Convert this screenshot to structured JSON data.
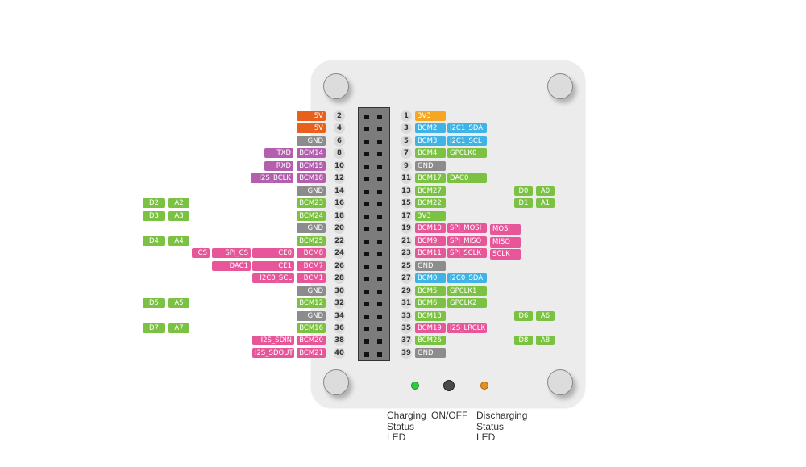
{
  "colors": {
    "power5v": "#e8601c",
    "power3v3": "#f5a623",
    "gnd": "#8c8c8c",
    "uart": "#b45fae",
    "gpio": "#7cc242",
    "i2c": "#3fb3e6",
    "spi": "#e8569a",
    "led_green": "#2ecc40",
    "led_orange": "#e8901c",
    "button": "#555555"
  },
  "left_pins": [
    {
      "pin": "2",
      "labels": [
        {
          "text": "5V",
          "type": "power5v"
        }
      ]
    },
    {
      "pin": "4",
      "labels": [
        {
          "text": "5V",
          "type": "power5v"
        }
      ]
    },
    {
      "pin": "6",
      "labels": [
        {
          "text": "GND",
          "type": "gnd"
        }
      ]
    },
    {
      "pin": "8",
      "labels": [
        {
          "text": "BCM14",
          "type": "uart"
        },
        {
          "text": "TXD",
          "type": "uart"
        }
      ]
    },
    {
      "pin": "10",
      "labels": [
        {
          "text": "BCM15",
          "type": "uart"
        },
        {
          "text": "RXD",
          "type": "uart"
        }
      ]
    },
    {
      "pin": "12",
      "labels": [
        {
          "text": "BCM18",
          "type": "uart"
        },
        {
          "text": "I2S_BCLK",
          "type": "uart"
        }
      ]
    },
    {
      "pin": "14",
      "labels": [
        {
          "text": "GND",
          "type": "gnd"
        }
      ]
    },
    {
      "pin": "16",
      "labels": [
        {
          "text": "BCM23",
          "type": "gpio"
        }
      ],
      "extra": [
        {
          "text": "D2",
          "type": "gpio"
        },
        {
          "text": "A2",
          "type": "gpio"
        }
      ]
    },
    {
      "pin": "18",
      "labels": [
        {
          "text": "BCM24",
          "type": "gpio"
        }
      ],
      "extra": [
        {
          "text": "D3",
          "type": "gpio"
        },
        {
          "text": "A3",
          "type": "gpio"
        }
      ]
    },
    {
      "pin": "20",
      "labels": [
        {
          "text": "GND",
          "type": "gnd"
        }
      ]
    },
    {
      "pin": "22",
      "labels": [
        {
          "text": "BCM25",
          "type": "gpio"
        }
      ],
      "extra": [
        {
          "text": "D4",
          "type": "gpio"
        },
        {
          "text": "A4",
          "type": "gpio"
        }
      ]
    },
    {
      "pin": "24",
      "labels": [
        {
          "text": "BCM8",
          "type": "spi"
        },
        {
          "text": "CE0",
          "type": "spi"
        },
        {
          "text": "SPI_CS",
          "type": "spi"
        },
        {
          "text": "CS",
          "type": "spi"
        }
      ]
    },
    {
      "pin": "26",
      "labels": [
        {
          "text": "BCM7",
          "type": "spi"
        },
        {
          "text": "CE1",
          "type": "spi"
        },
        {
          "text": "DAC1",
          "type": "spi"
        }
      ]
    },
    {
      "pin": "28",
      "labels": [
        {
          "text": "BCM1",
          "type": "spi"
        },
        {
          "text": "I2C0_SCL",
          "type": "spi"
        }
      ]
    },
    {
      "pin": "30",
      "labels": [
        {
          "text": "GND",
          "type": "gnd"
        }
      ]
    },
    {
      "pin": "32",
      "labels": [
        {
          "text": "BCM12",
          "type": "gpio"
        }
      ],
      "extra": [
        {
          "text": "D5",
          "type": "gpio"
        },
        {
          "text": "A5",
          "type": "gpio"
        }
      ]
    },
    {
      "pin": "34",
      "labels": [
        {
          "text": "GND",
          "type": "gnd"
        }
      ]
    },
    {
      "pin": "36",
      "labels": [
        {
          "text": "BCM16",
          "type": "gpio"
        }
      ],
      "extra": [
        {
          "text": "D7",
          "type": "gpio"
        },
        {
          "text": "A7",
          "type": "gpio"
        }
      ]
    },
    {
      "pin": "38",
      "labels": [
        {
          "text": "BCM20",
          "type": "spi"
        },
        {
          "text": "I2S_SDIN",
          "type": "spi"
        }
      ]
    },
    {
      "pin": "40",
      "labels": [
        {
          "text": "BCM21",
          "type": "spi"
        },
        {
          "text": "I2S_SDOUT",
          "type": "spi"
        }
      ]
    }
  ],
  "right_pins": [
    {
      "pin": "1",
      "labels": [
        {
          "text": "3V3",
          "type": "power3v3"
        }
      ]
    },
    {
      "pin": "3",
      "labels": [
        {
          "text": "BCM2",
          "type": "i2c"
        },
        {
          "text": "I2C1_SDA",
          "type": "i2c"
        }
      ]
    },
    {
      "pin": "5",
      "labels": [
        {
          "text": "BCM3",
          "type": "i2c"
        },
        {
          "text": "I2C1_SCL",
          "type": "i2c"
        }
      ]
    },
    {
      "pin": "7",
      "labels": [
        {
          "text": "BCM4",
          "type": "gpio"
        },
        {
          "text": "GPCLK0",
          "type": "gpio"
        }
      ]
    },
    {
      "pin": "9",
      "labels": [
        {
          "text": "GND",
          "type": "gnd"
        }
      ]
    },
    {
      "pin": "11",
      "labels": [
        {
          "text": "BCM17",
          "type": "gpio"
        },
        {
          "text": "DAC0",
          "type": "gpio"
        }
      ]
    },
    {
      "pin": "13",
      "labels": [
        {
          "text": "BCM27",
          "type": "gpio"
        }
      ],
      "extra": [
        {
          "text": "D0",
          "type": "gpio"
        },
        {
          "text": "A0",
          "type": "gpio"
        }
      ]
    },
    {
      "pin": "15",
      "labels": [
        {
          "text": "BCM22",
          "type": "gpio"
        }
      ],
      "extra": [
        {
          "text": "D1",
          "type": "gpio"
        },
        {
          "text": "A1",
          "type": "gpio"
        }
      ]
    },
    {
      "pin": "17",
      "labels": [
        {
          "text": "3V3",
          "type": "gpio"
        }
      ]
    },
    {
      "pin": "19",
      "labels": [
        {
          "text": "BCM10",
          "type": "spi"
        },
        {
          "text": "SPI_MOSI",
          "type": "spi"
        },
        {
          "text": "MOSI",
          "type": "spi"
        }
      ]
    },
    {
      "pin": "21",
      "labels": [
        {
          "text": "BCM9",
          "type": "spi"
        },
        {
          "text": "SPI_MISO",
          "type": "spi"
        },
        {
          "text": "MISO",
          "type": "spi"
        }
      ]
    },
    {
      "pin": "23",
      "labels": [
        {
          "text": "BCM11",
          "type": "spi"
        },
        {
          "text": "SPI_SCLK",
          "type": "spi"
        },
        {
          "text": "SCLK",
          "type": "spi"
        }
      ]
    },
    {
      "pin": "25",
      "labels": [
        {
          "text": "GND",
          "type": "gnd"
        }
      ]
    },
    {
      "pin": "27",
      "labels": [
        {
          "text": "BCM0",
          "type": "i2c"
        },
        {
          "text": "I2C0_SDA",
          "type": "i2c"
        }
      ]
    },
    {
      "pin": "29",
      "labels": [
        {
          "text": "BCM5",
          "type": "gpio"
        },
        {
          "text": "GPCLK1",
          "type": "gpio"
        }
      ]
    },
    {
      "pin": "31",
      "labels": [
        {
          "text": "BCM6",
          "type": "gpio"
        },
        {
          "text": "GPCLK2",
          "type": "gpio"
        }
      ]
    },
    {
      "pin": "33",
      "labels": [
        {
          "text": "BCM13",
          "type": "gpio"
        }
      ],
      "extra": [
        {
          "text": "D6",
          "type": "gpio"
        },
        {
          "text": "A6",
          "type": "gpio"
        }
      ]
    },
    {
      "pin": "35",
      "labels": [
        {
          "text": "BCM19",
          "type": "spi"
        },
        {
          "text": "I2S_LRCLK",
          "type": "spi"
        }
      ]
    },
    {
      "pin": "37",
      "labels": [
        {
          "text": "BCM26",
          "type": "gpio"
        }
      ],
      "extra": [
        {
          "text": "D8",
          "type": "gpio"
        },
        {
          "text": "A8",
          "type": "gpio"
        }
      ]
    },
    {
      "pin": "39",
      "labels": [
        {
          "text": "GND",
          "type": "gnd"
        }
      ]
    }
  ],
  "indicators": {
    "charging_caption": "Charging\nStatus\nLED",
    "onoff_caption": "ON/OFF",
    "discharging_caption": "Discharging\nStatus\nLED"
  }
}
